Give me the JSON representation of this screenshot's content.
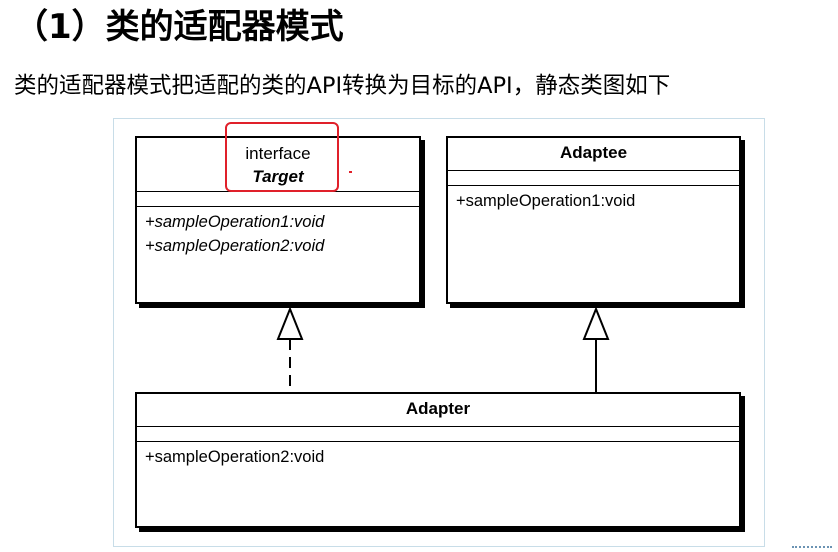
{
  "heading": "（1）类的适配器模式",
  "description": "类的适配器模式把适配的类的API转换为目标的API，静态类图如下",
  "diagram": {
    "target": {
      "stereotype": "interface",
      "name": "Target",
      "members": [
        "+sampleOperation1:void",
        "+sampleOperation2:void"
      ]
    },
    "adaptee": {
      "name": "Adaptee",
      "members": [
        "+sampleOperation1:void"
      ]
    },
    "adapter": {
      "name": "Adapter",
      "members": [
        "+sampleOperation2:void"
      ]
    },
    "relations": [
      {
        "from": "Adapter",
        "to": "Target",
        "kind": "realization"
      },
      {
        "from": "Adapter",
        "to": "Adaptee",
        "kind": "generalization"
      }
    ],
    "highlight_color": "#e0202a"
  }
}
